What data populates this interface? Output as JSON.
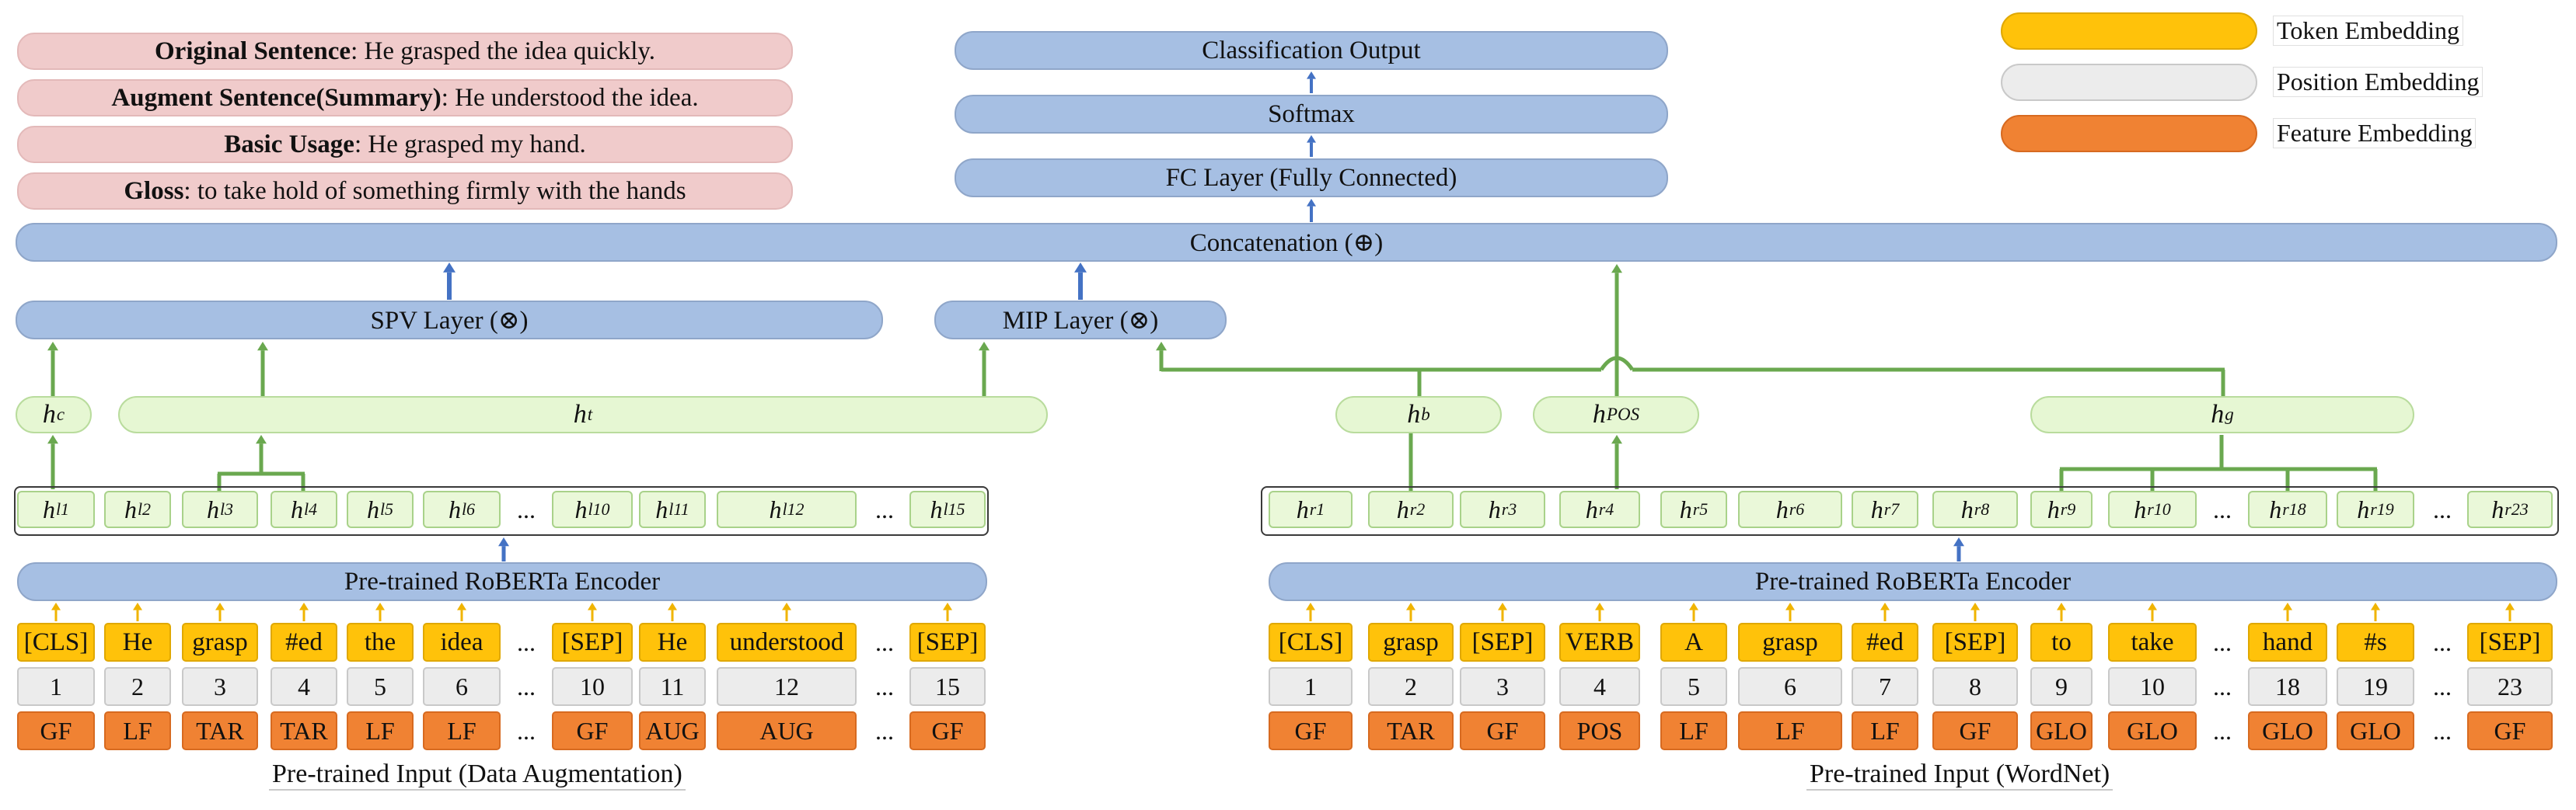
{
  "colors": {
    "blue_block": "#a6bfe3",
    "pink_block": "#f0cbcb",
    "hidden_green": "#e6f7d3",
    "token_yellow": "#ffc20a",
    "position_gray": "#ececec",
    "feature_orange": "#f08233",
    "green_wire": "#6aa84f",
    "blue_arrow": "#4472c4",
    "gold_arrow": "#f0b400"
  },
  "examples": [
    {
      "label": "Original Sentence",
      "text": ": He grasped the idea quickly."
    },
    {
      "label": "Augment Sentence(Summary)",
      "text": ": He understood the idea."
    },
    {
      "label": "Basic Usage",
      "text": ": He grasped my hand."
    },
    {
      "label": "Gloss",
      "text": ": to take hold of something firmly with the hands"
    }
  ],
  "layers": {
    "classification": "Classification Output",
    "softmax": "Softmax",
    "fc": "FC Layer (Fully Connected)",
    "concat": "Concatenation (⊕)",
    "spv": "SPV Layer (⊗)",
    "mip": "MIP Layer (⊗)"
  },
  "legend": [
    {
      "label": "Token Embedding",
      "icon": "yellow-pill"
    },
    {
      "label": "Position Embedding",
      "icon": "gray-pill"
    },
    {
      "label": "Feature Embedding",
      "icon": "orange-pill"
    }
  ],
  "hidden_left": {
    "hc": {
      "base": "h",
      "sub": "c"
    },
    "ht": {
      "base": "h",
      "sub": "t"
    }
  },
  "hidden_right": {
    "hb": {
      "base": "h",
      "sub": "b"
    },
    "hpos": {
      "base": "h",
      "sub": "POS"
    },
    "hg": {
      "base": "h",
      "sub": "g"
    }
  },
  "left_h_row": [
    {
      "base": "h",
      "sub": "l1"
    },
    {
      "base": "h",
      "sub": "l2"
    },
    {
      "base": "h",
      "sub": "l3"
    },
    {
      "base": "h",
      "sub": "l4"
    },
    {
      "base": "h",
      "sub": "l5"
    },
    {
      "base": "h",
      "sub": "l6"
    },
    {
      "dots": "..."
    },
    {
      "base": "h",
      "sub": "l10"
    },
    {
      "base": "h",
      "sub": "l11"
    },
    {
      "base": "h",
      "sub": "l12"
    },
    {
      "dots": "..."
    },
    {
      "base": "h",
      "sub": "l15"
    }
  ],
  "right_h_row": [
    {
      "base": "h",
      "sub": "r1"
    },
    {
      "base": "h",
      "sub": "r2"
    },
    {
      "base": "h",
      "sub": "r3"
    },
    {
      "base": "h",
      "sub": "r4"
    },
    {
      "base": "h",
      "sub": "r5"
    },
    {
      "base": "h",
      "sub": "r6"
    },
    {
      "base": "h",
      "sub": "r7"
    },
    {
      "base": "h",
      "sub": "r8"
    },
    {
      "base": "h",
      "sub": "r9"
    },
    {
      "base": "h",
      "sub": "r10"
    },
    {
      "dots": "..."
    },
    {
      "base": "h",
      "sub": "r18"
    },
    {
      "base": "h",
      "sub": "r19"
    },
    {
      "dots": "..."
    },
    {
      "base": "h",
      "sub": "r23"
    }
  ],
  "encoder_left": "Pre-trained RoBERTa Encoder",
  "encoder_right": "Pre-trained RoBERTa Encoder",
  "left_input": {
    "tokens": [
      "[CLS]",
      "He",
      "grasp",
      "#ed",
      "the",
      "idea",
      "...",
      "[SEP]",
      "He",
      "understood",
      "...",
      "[SEP]"
    ],
    "positions": [
      "1",
      "2",
      "3",
      "4",
      "5",
      "6",
      "...",
      "10",
      "11",
      "12",
      "...",
      "15"
    ],
    "features": [
      "GF",
      "LF",
      "TAR",
      "TAR",
      "LF",
      "LF",
      "...",
      "GF",
      "AUG",
      "AUG",
      "...",
      "GF"
    ]
  },
  "right_input": {
    "tokens": [
      "[CLS]",
      "grasp",
      "[SEP]",
      "VERB",
      "A",
      "grasp",
      "#ed",
      "[SEP]",
      "to",
      "take",
      "...",
      "hand",
      "#s",
      "...",
      "[SEP]"
    ],
    "positions": [
      "1",
      "2",
      "3",
      "4",
      "5",
      "6",
      "7",
      "8",
      "9",
      "10",
      "...",
      "18",
      "19",
      "...",
      "23"
    ],
    "features": [
      "GF",
      "TAR",
      "GF",
      "POS",
      "LF",
      "LF",
      "LF",
      "GF",
      "GLO",
      "GLO",
      "...",
      "GLO",
      "GLO",
      "...",
      "GF"
    ]
  },
  "captions": {
    "left": "Pre-trained Input (Data Augmentation)",
    "right": "Pre-trained Input (WordNet)"
  }
}
